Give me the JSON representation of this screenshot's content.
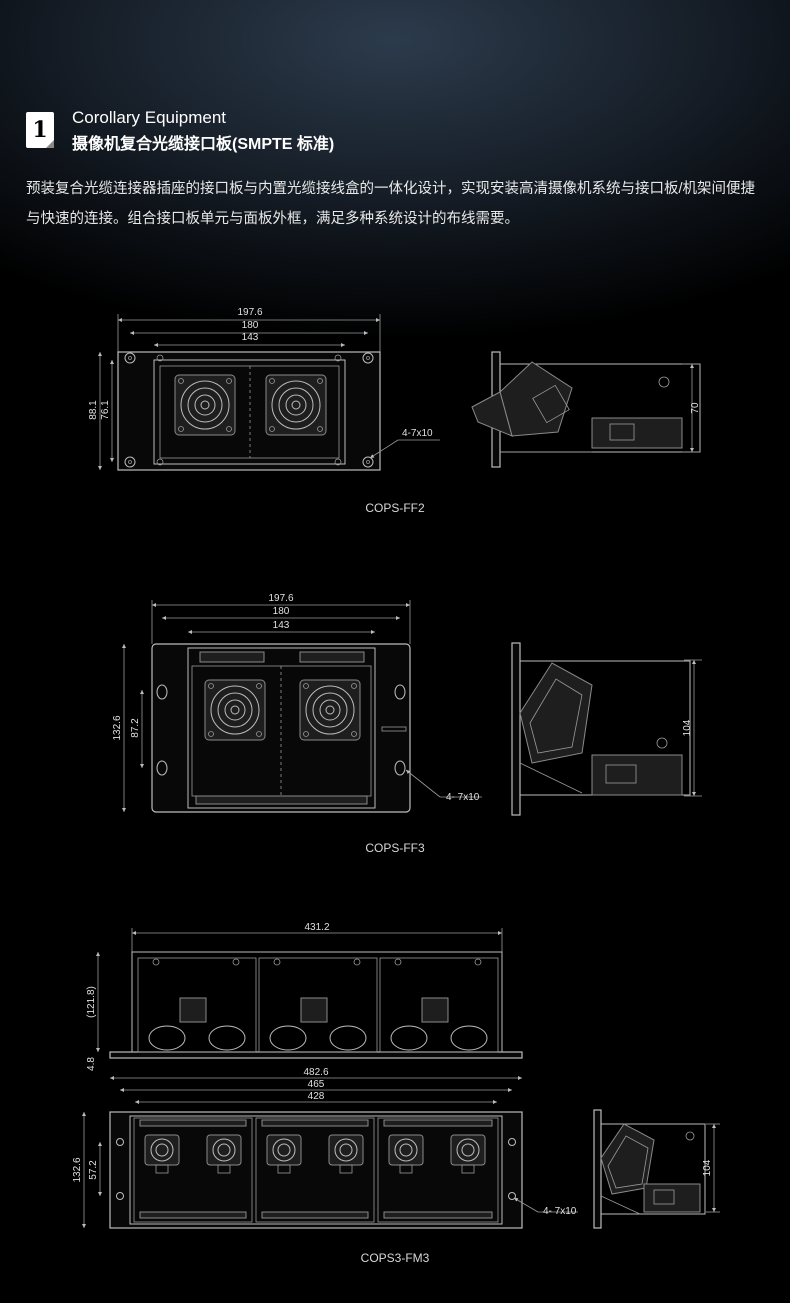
{
  "header": {
    "badge": "1",
    "title_en": "Corollary Equipment",
    "title_cn": "摄像机复合光缆接口板(SMPTE 标准)"
  },
  "description": "预装复合光缆连接器插座的接口板与内置光缆接线盒的一体化设计，实现安装高清摄像机系统与接口板/机架间便捷与快速的连接。组合接口板单元与面板外框，满足多种系统设计的布线需要。",
  "drawings": [
    {
      "caption": "COPS-FF2",
      "dims": {
        "w1": "197.6",
        "w2": "180",
        "w3": "143",
        "h1": "88.1",
        "h2": "76.1",
        "hole": "4-7x10",
        "depth": "70"
      }
    },
    {
      "caption": "COPS-FF3",
      "dims": {
        "w1": "197.6",
        "w2": "180",
        "w3": "143",
        "h1": "132.6",
        "h2": "87.2",
        "hole": "4- 7x10",
        "depth": "104"
      }
    },
    {
      "caption": "COPS3-FM3",
      "dims": {
        "top_w": "431.2",
        "top_h": "(121.8)",
        "flange": "4.8",
        "w1": "482.6",
        "w2": "465",
        "w3": "428",
        "h1": "132.6",
        "h2": "57.2",
        "hole": "4- 7x10",
        "depth": "104"
      }
    }
  ]
}
